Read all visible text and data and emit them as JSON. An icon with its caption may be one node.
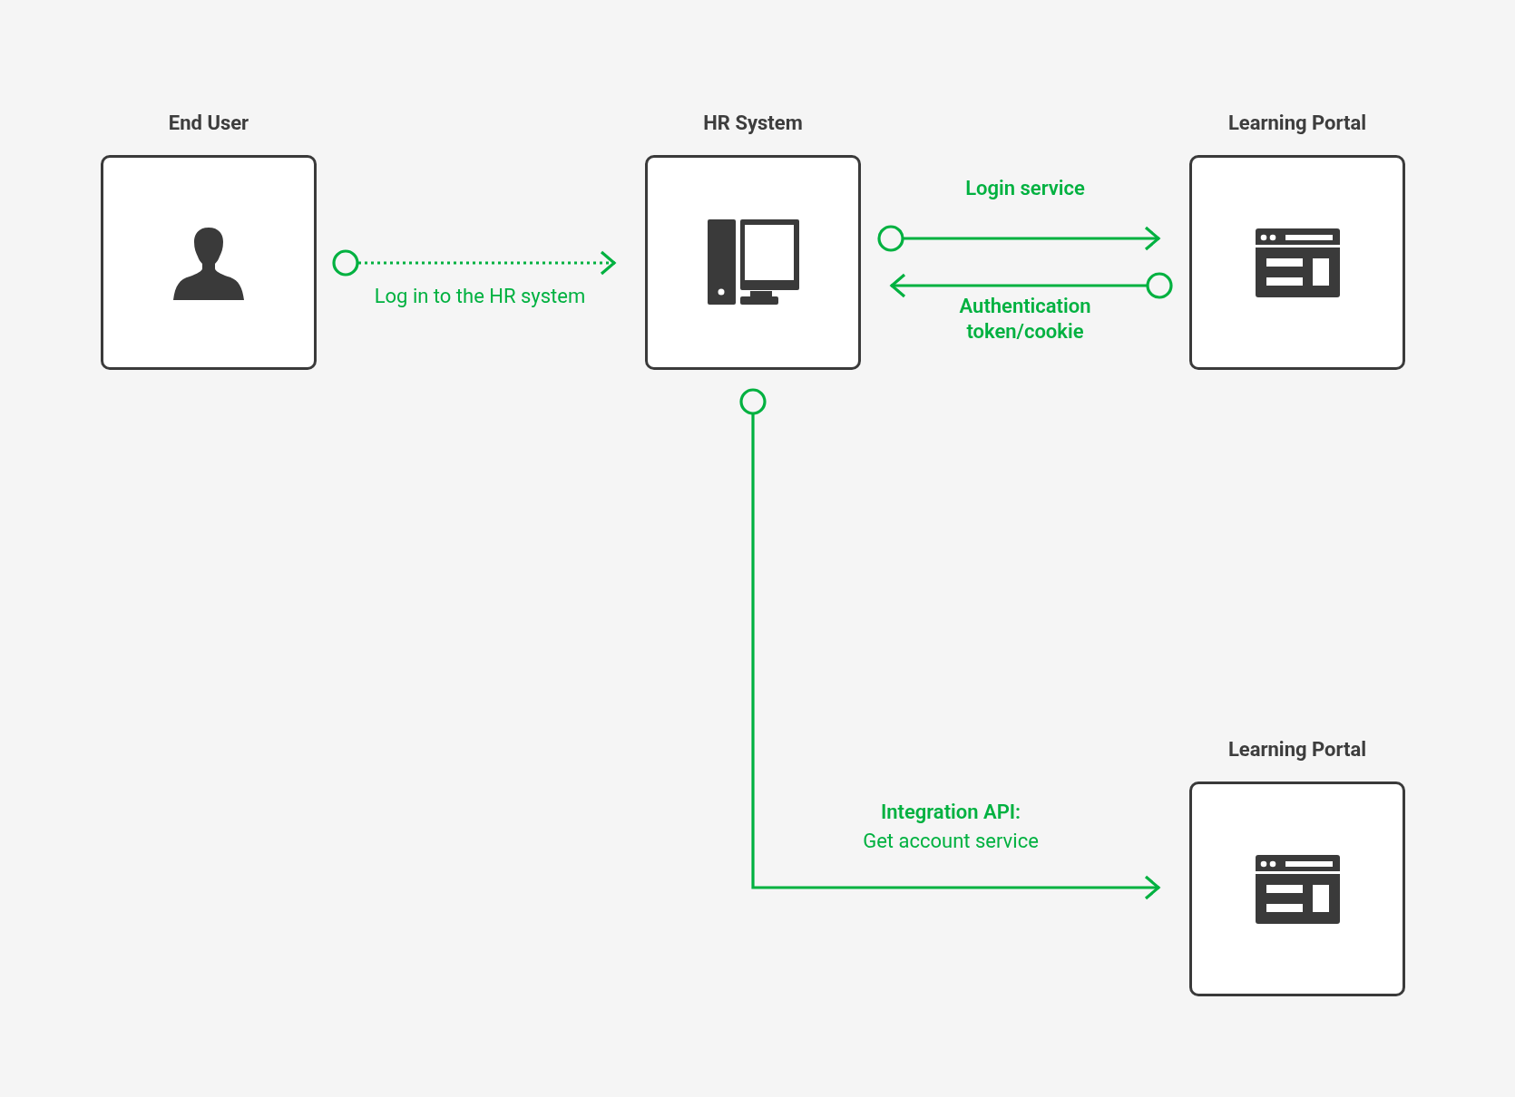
{
  "diagram": {
    "nodes": [
      {
        "text": [
          "End User"
        ]
      },
      {
        "text": [
          "HR System"
        ]
      },
      {
        "text": [
          "Learning Portal"
        ]
      },
      {
        "text": [
          "Learning Portal"
        ]
      }
    ],
    "edges": [
      {
        "from": 0,
        "to": 1,
        "arrow": "to",
        "style": "dashed",
        "label": "Log in to the HR system"
      },
      {
        "from": 1,
        "to": 2,
        "arrow": "to",
        "label": "Login service"
      },
      {
        "from": 2,
        "to": 1,
        "arrow": "to",
        "label": "Authentication token/cookie"
      },
      {
        "from": 1,
        "to": 3,
        "arrow": "to",
        "label": "**Integration API:** Get account service"
      }
    ]
  }
}
